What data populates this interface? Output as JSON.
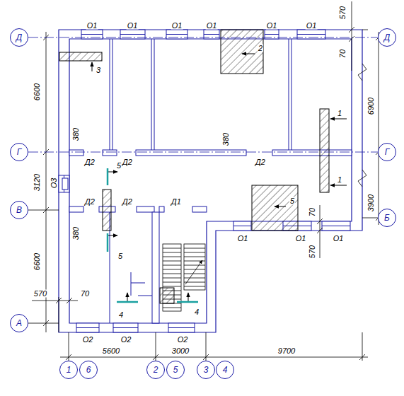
{
  "diagram": {
    "nodes": [
      {
        "text": [
          "Д"
        ]
      },
      {
        "text": [
          "Д"
        ]
      },
      {
        "text": [
          "Г"
        ]
      },
      {
        "text": [
          "Г"
        ]
      },
      {
        "text": [
          "В"
        ]
      },
      {
        "text": [
          "Б"
        ]
      },
      {
        "text": [
          "А"
        ]
      },
      {
        "text": [
          "1"
        ]
      },
      {
        "text": [
          "6"
        ]
      },
      {
        "text": [
          "2"
        ]
      },
      {
        "text": [
          "5"
        ]
      },
      {
        "text": [
          "3"
        ]
      },
      {
        "text": [
          "4"
        ]
      }
    ],
    "edges": [
      {
        "from": 0,
        "to": 1,
        "arrow": "none"
      },
      {
        "from": 2,
        "to": 3,
        "arrow": "none"
      }
    ],
    "labels": [
      "О1",
      "О1",
      "О1",
      "О1",
      "О1",
      "О1",
      "570",
      "70",
      "6600",
      "380",
      "Д2",
      "Д2",
      "Д2",
      "380",
      "6900",
      "3120",
      "О3",
      "Д2",
      "Д2",
      "Д1",
      "70",
      "3900",
      "380",
      "О1",
      "О1",
      "О1",
      "570",
      "6600",
      "570",
      "70",
      "О2",
      "О2",
      "О2",
      "5600",
      "3000",
      "9700",
      "2",
      "3",
      "1",
      "1",
      "5",
      "5",
      "5",
      "4",
      "4"
    ]
  }
}
